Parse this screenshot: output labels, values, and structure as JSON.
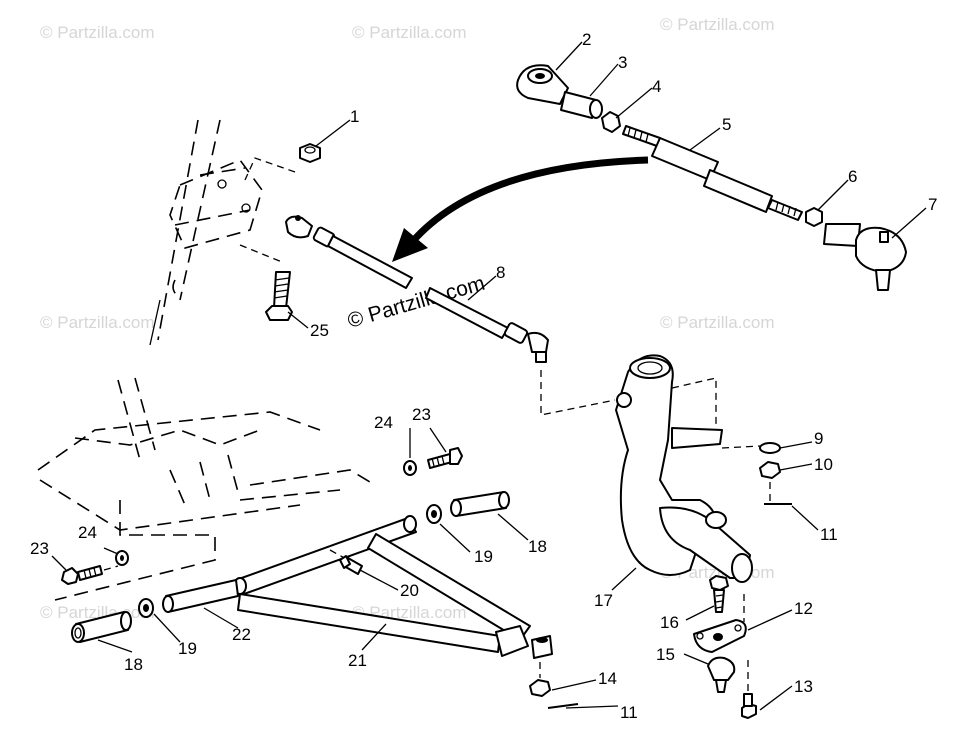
{
  "watermark": {
    "main": "© Partzilla.com",
    "faint": "© Partzilla.com"
  },
  "callouts": [
    "1",
    "2",
    "3",
    "4",
    "5",
    "6",
    "7",
    "8",
    "9",
    "10",
    "11",
    "11",
    "12",
    "13",
    "14",
    "15",
    "16",
    "17",
    "18",
    "18",
    "19",
    "19",
    "20",
    "21",
    "22",
    "23",
    "23",
    "24",
    "24",
    "25"
  ]
}
